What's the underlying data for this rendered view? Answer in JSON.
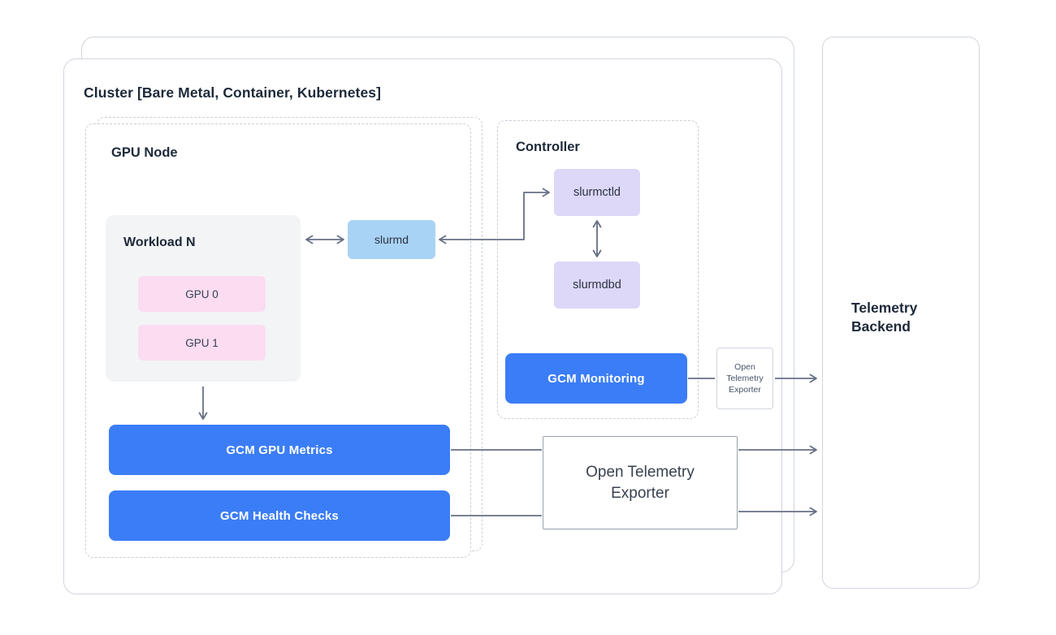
{
  "colors": {
    "blue": "#3b7df6",
    "light_blue": "#a9d3f5",
    "lavender": "#ddd7f8",
    "pink": "#fbdcf0",
    "arrow": "#667085",
    "border_gray": "#d0d5dd",
    "ink": "#1d2939"
  },
  "cluster": {
    "title": "Cluster [Bare Metal, Container, Kubernetes]"
  },
  "gpu_node": {
    "title": "GPU Node",
    "workload": {
      "title": "Workload N",
      "gpus": [
        {
          "label": "GPU 0"
        },
        {
          "label": "GPU 1"
        }
      ]
    },
    "slurmd_label": "slurmd",
    "metrics_label": "GCM GPU Metrics",
    "health_label": "GCM Health Checks"
  },
  "controller": {
    "title": "Controller",
    "slurmctld_label": "slurmctld",
    "slurmdbd_label": "slurmdbd",
    "monitoring_label": "GCM Monitoring",
    "exporter_small_label": "Open Telemetry Exporter"
  },
  "exporter_label": "Open Telemetry Exporter",
  "backend_label": "Telemetry Backend"
}
